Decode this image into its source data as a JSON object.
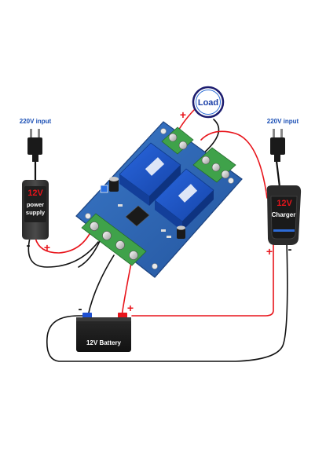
{
  "labels": {
    "input_left": "220V input",
    "input_right": "220V input",
    "load": "Load",
    "ps_voltage": "12V",
    "ps_line1": "power",
    "ps_line2": "supply",
    "charger_voltage": "12V",
    "charger_name": "Charger",
    "battery": "12V Battery"
  },
  "polarity": {
    "plus": "+",
    "minus": "-"
  },
  "colors": {
    "wire_red": "#e8141b",
    "wire_black": "#111111",
    "pcb_blue": "#2f67b8",
    "terminal_green": "#3fa24a",
    "relay_blue": "#1d55c9",
    "accent_blue": "#1a4fb5"
  }
}
